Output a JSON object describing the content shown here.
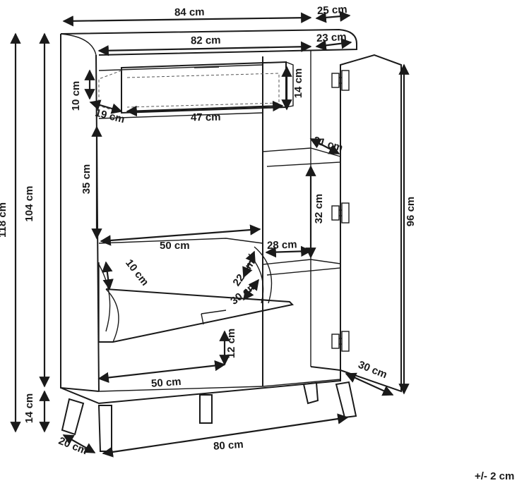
{
  "dimensions": {
    "width_total": "84 cm",
    "depth_total": "25 cm",
    "width_inner": "82 cm",
    "depth_inner": "23 cm",
    "drawer_height": "10 cm",
    "drawer_width": "47 cm",
    "drawer_depth": "19 cm",
    "drawer_side": "14 cm",
    "shelf_depth": "21 cm",
    "compartment_height": "35 cm",
    "shelf_height": "32 cm",
    "compartment_width": "50 cm",
    "shelf_width": "28 cm",
    "shoe_tilt_depth": "10 cm",
    "shoe_rack_a": "22 cm",
    "shoe_rack_b": "30 cm",
    "shoe_flap_height": "12 cm",
    "bottom_width": "50 cm",
    "height_total": "118 cm",
    "height_body": "104 cm",
    "leg_height": "14 cm",
    "door_height": "96 cm",
    "door_depth": "30 cm",
    "leg_depth": "20 cm",
    "base_width": "80 cm"
  },
  "tolerance": "+/- 2 cm"
}
